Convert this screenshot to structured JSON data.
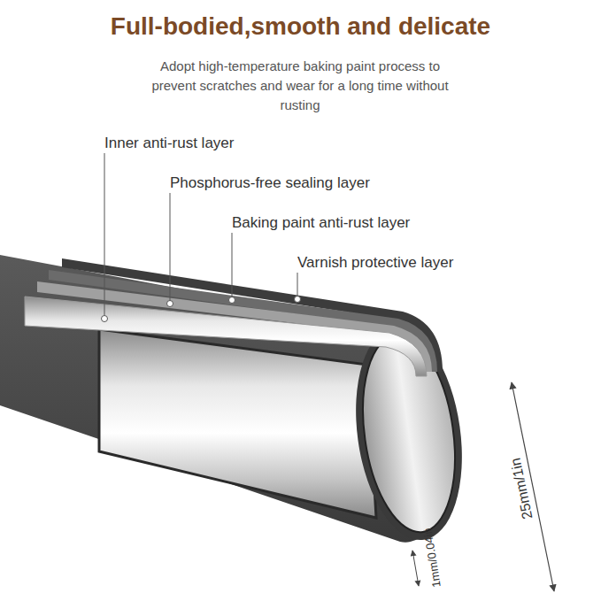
{
  "diagram": {
    "title": "Full-bodied,smooth and delicate",
    "labels": [
      "Adopt high-temperature baking paint process to prevent scratches and wear for a long time without rusting",
      "Inner anti-rust layer",
      "Phosphorus-free sealing layer",
      "Baking paint anti-rust layer",
      "Varnish protective layer",
      "25mm/1in",
      "1mm/0.04in"
    ]
  }
}
